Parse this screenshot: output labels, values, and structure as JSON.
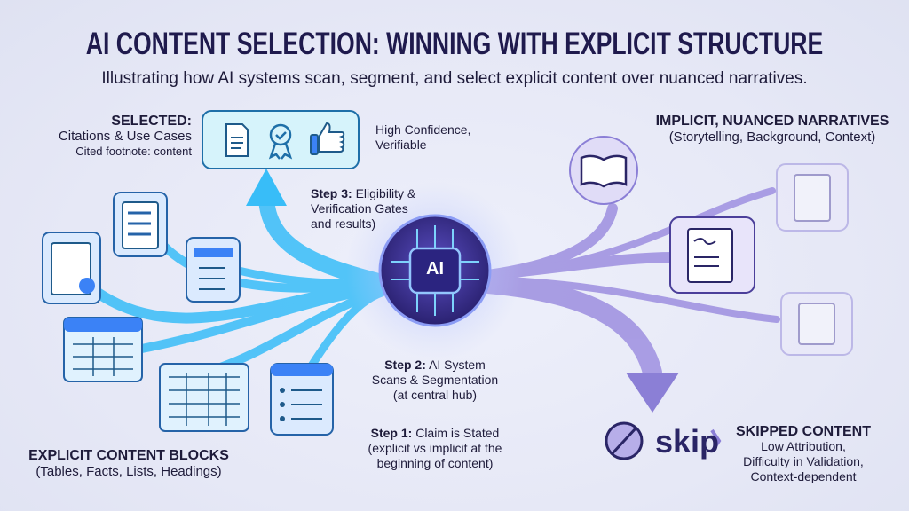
{
  "title": "AI CONTENT SELECTION: WINNING WITH EXPLICIT STRUCTURE",
  "subtitle": "Illustrating how AI systems scan, segment, and select explicit content over nuanced narratives.",
  "selected": {
    "heading": "SELECTED:",
    "line1": "Citations & Use Cases",
    "line2": "Cited footnote: content",
    "callout": "High Confidence,",
    "callout2": "Verifiable",
    "icons": [
      "citation-document-icon",
      "award-ribbon-icon",
      "thumbs-up-icon"
    ]
  },
  "step3": {
    "label": "Step 3:",
    "text1": " Eligibility &",
    "text2": "Verification Gates",
    "text3": "and results)"
  },
  "step2": {
    "label": "Step 2:",
    "text1": " AI System",
    "text2": "Scans & Segmentation",
    "text3": "(at central hub)"
  },
  "step1": {
    "label": "Step 1:",
    "text1": " Claim is Stated",
    "text2": "(explicit vs implicit at the",
    "text3": "beginning of content)"
  },
  "hub": {
    "label": "AI"
  },
  "explicit": {
    "heading": "EXPLICIT CONTENT BLOCKS",
    "sub": "(Tables, Facts, Lists, Headings)"
  },
  "implicit": {
    "heading": "IMPLICIT, NUANCED NARRATIVES",
    "sub": "(Storytelling, Background, Context)"
  },
  "skipped": {
    "badge": "skip",
    "heading": "SKIPPED CONTENT",
    "line1": "Low Attribution,",
    "line2": "Difficulty in Validation,",
    "line3": "Context-dependent"
  },
  "colors": {
    "explicit": "#38bdf8",
    "implicit": "#8b7fd6",
    "title": "#1f1a4d",
    "hub": "#3b2f8f"
  }
}
